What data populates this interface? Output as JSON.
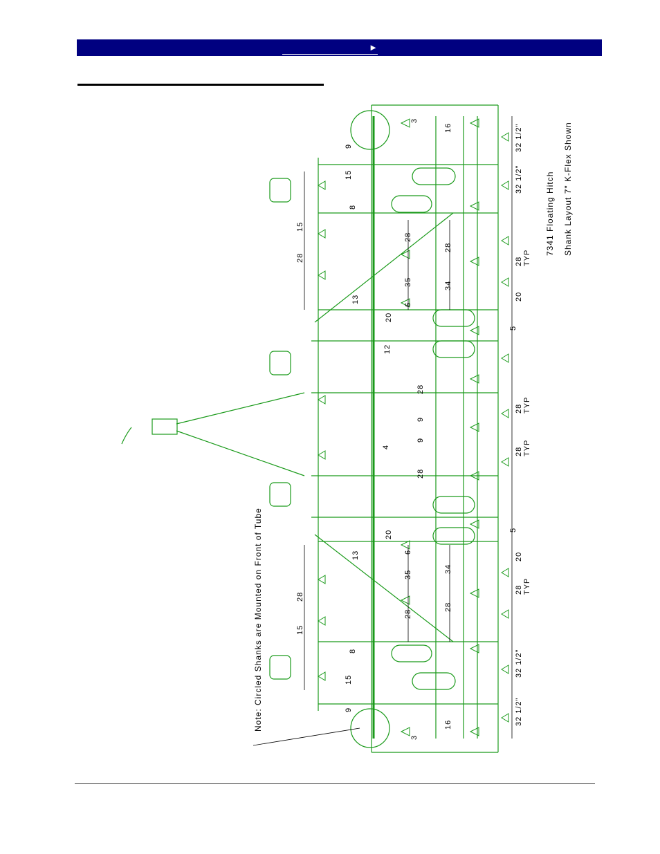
{
  "header": {
    "nav_arrow": "►"
  },
  "drawing": {
    "title_line1": "7341 Floating Hitch",
    "title_line2": "Shank Layout 7\"  K-Flex Shown",
    "note": "Note:  Circled Shanks are Mounted on Front of Tube",
    "dimensions": {
      "d3": "3",
      "d16": "16",
      "d9": "9",
      "d32": "32 1/2\"",
      "d15": "15",
      "d8": "8",
      "d28": "28",
      "d35": "35",
      "d34": "34",
      "d20": "20",
      "d6": "6",
      "d13": "13",
      "d5": "5",
      "d12": "12",
      "d4": "4",
      "typ": "TYP"
    }
  }
}
